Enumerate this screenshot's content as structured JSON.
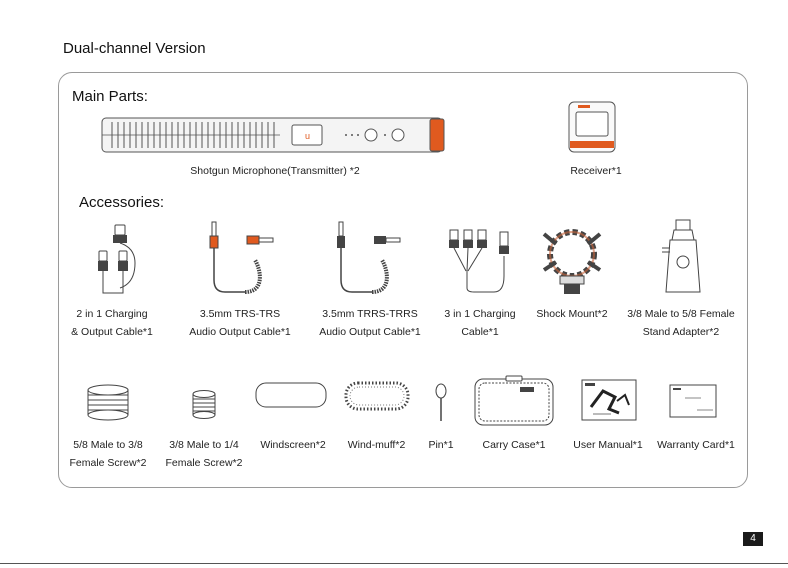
{
  "header": {
    "title": "Dual-channel Version"
  },
  "main_parts": {
    "heading": "Main Parts:",
    "items": [
      {
        "label": "Shotgun Microphone(Transmitter) *2"
      },
      {
        "label": "Receiver*1"
      }
    ]
  },
  "accessories": {
    "heading": "Accessories:",
    "row1": [
      {
        "line1": "2 in 1 Charging",
        "line2": "& Output Cable*1"
      },
      {
        "line1": "3.5mm TRS-TRS",
        "line2": "Audio Output Cable*1"
      },
      {
        "line1": "3.5mm TRRS-TRRS",
        "line2": "Audio Output Cable*1"
      },
      {
        "line1": "3 in 1 Charging",
        "line2": "Cable*1"
      },
      {
        "line1": "Shock Mount*2"
      },
      {
        "line1": "3/8 Male to 5/8 Female",
        "line2": "Stand Adapter*2"
      }
    ],
    "row2": [
      {
        "line1": "5/8 Male to 3/8",
        "line2": "Female Screw*2"
      },
      {
        "line1": "3/8 Male to 1/4",
        "line2": "Female Screw*2"
      },
      {
        "line1": "Windscreen*2"
      },
      {
        "line1": "Wind-muff*2"
      },
      {
        "line1": "Pin*1"
      },
      {
        "line1": "Carry Case*1"
      },
      {
        "line1": "User Manual*1"
      },
      {
        "line1": "Warranty Card*1"
      }
    ]
  },
  "colors": {
    "accent": "#e05a1f",
    "outline": "#444444",
    "panel_border": "#9a9a9a"
  },
  "footer": {
    "page_number": "4"
  }
}
